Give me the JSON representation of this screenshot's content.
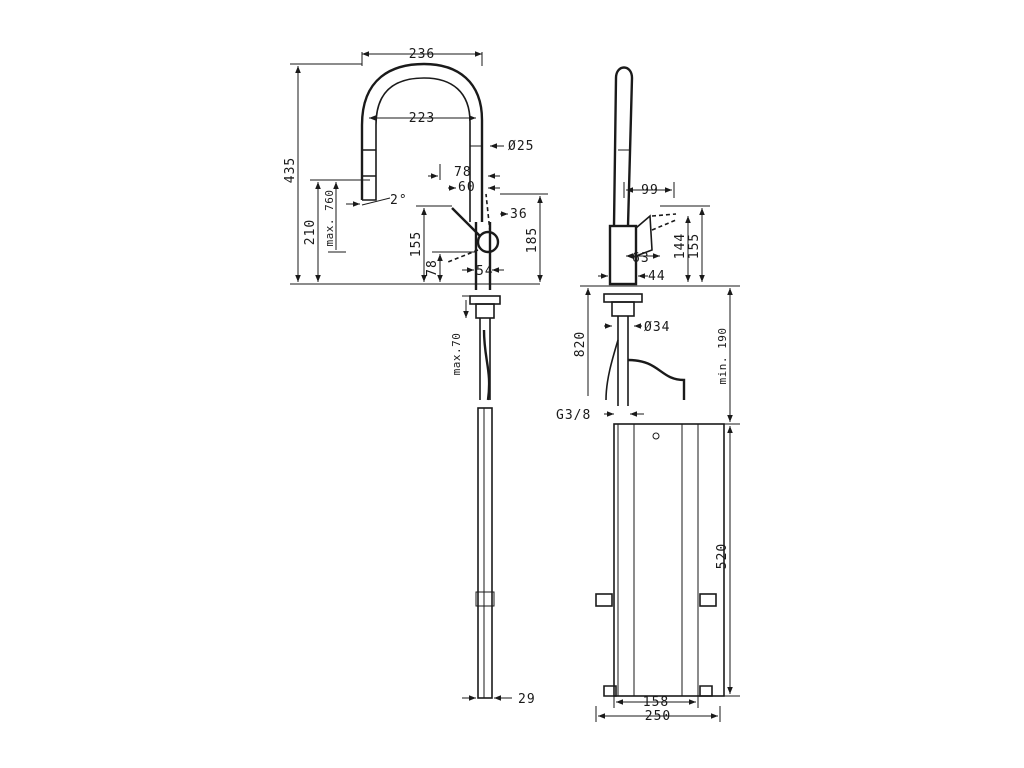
{
  "front_view": {
    "width_total": "236",
    "width_inner": "223",
    "spout_diameter": "Ø25",
    "height_total": "435",
    "height_spout": "210",
    "max_pullout": "max. 760",
    "angle": "2°",
    "lever_78": "78",
    "lever_60": "60",
    "lever_36": "36",
    "height_155": "155",
    "height_78": "78",
    "height_185": "185",
    "base_54": "54",
    "max_70": "max.70",
    "box_29": "29"
  },
  "side_view": {
    "depth_99": "99",
    "height_144": "144",
    "height_155": "155",
    "offset_63": "63",
    "offset_44": "44",
    "diameter_34": "Ø34",
    "height_820": "820",
    "min_190": "min. 190",
    "thread": "G3/8",
    "height_520": "520",
    "width_158": "158",
    "width_250": "250"
  }
}
